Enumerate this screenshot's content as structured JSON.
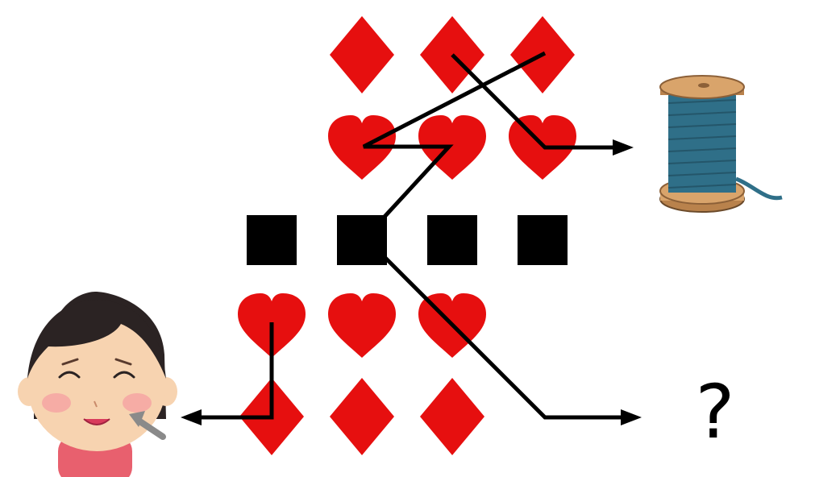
{
  "colors": {
    "suit_red": "#e60f0f",
    "square_black": "#000000",
    "path_line": "#000000",
    "spool_wood": "#d9a46b",
    "spool_thread": "#2f6f88",
    "skin": "#f7d3b0",
    "hair": "#2b2323",
    "shirt": "#e8606e"
  },
  "icons": {
    "spool": "thread-spool-icon",
    "girl": "smiling-girl-icon",
    "cheek_arrow": "arrow-pointing-to-cheek-icon"
  },
  "rows": [
    {
      "symbol": "diamond",
      "count": 3
    },
    {
      "symbol": "heart",
      "count": 3
    },
    {
      "symbol": "square",
      "count": 4
    },
    {
      "symbol": "heart",
      "count": 3
    },
    {
      "symbol": "diamond",
      "count": 3
    }
  ],
  "result": {
    "unknown": "?"
  }
}
